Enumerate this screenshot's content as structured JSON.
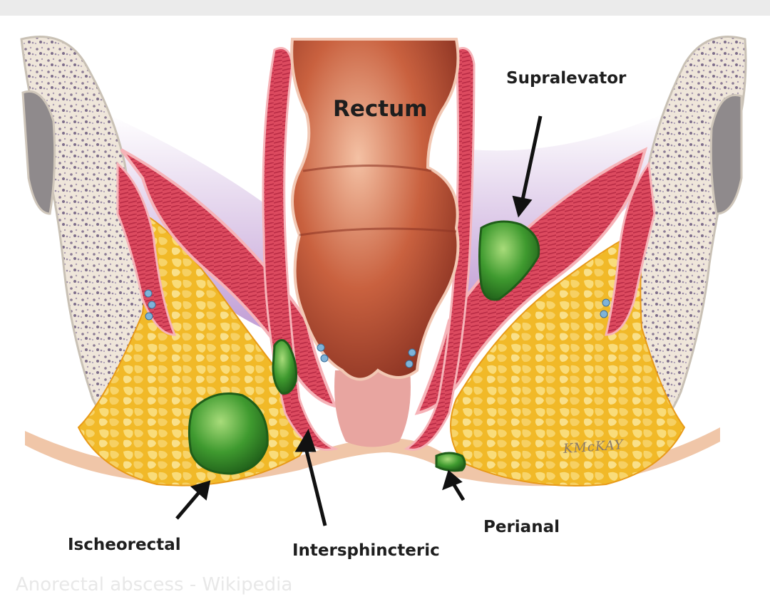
{
  "diagram": {
    "labels": {
      "rectum": "Rectum",
      "supralevator": "Supralevator",
      "ischeorectal": "Ischeorectal",
      "intersphincteric": "Intersphincteric",
      "perianal": "Perianal"
    },
    "signature": "KMcKAY",
    "source_caption": "Anorectal abscess - Wikipedia"
  },
  "colors": {
    "bone": "#e9e0d2",
    "muscle": "#d9475a",
    "fat": "#f2c12e",
    "rectum": "#c0543b",
    "abscess": "#3f9a2f",
    "pelvic_floor": "#c9a9d9"
  }
}
